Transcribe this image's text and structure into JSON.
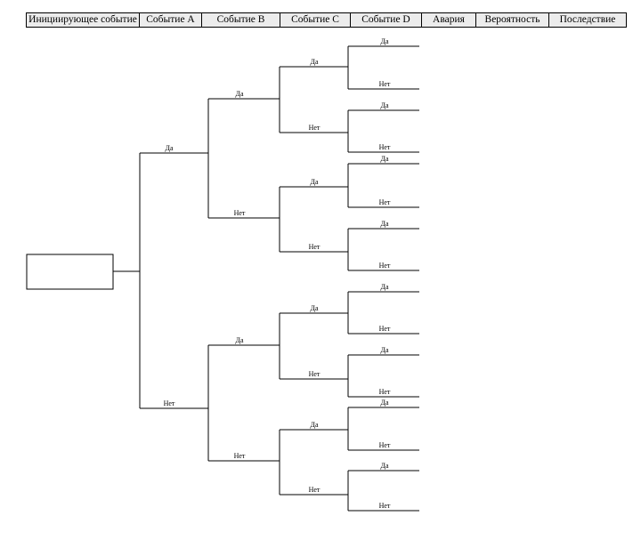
{
  "header": {
    "columns": [
      {
        "id": "initiating",
        "label": "Инициирующее событие"
      },
      {
        "id": "event_a",
        "label": "Событие A"
      },
      {
        "id": "event_b",
        "label": "Событие B"
      },
      {
        "id": "event_c",
        "label": "Событие C"
      },
      {
        "id": "event_d",
        "label": "Событие D"
      },
      {
        "id": "accident",
        "label": "Авария"
      },
      {
        "id": "probability",
        "label": "Вероятность"
      },
      {
        "id": "consequence",
        "label": "Последствие"
      }
    ]
  },
  "tree": {
    "yes_label": "Да",
    "no_label": "Нет",
    "levels": [
      "Событие A",
      "Событие B",
      "Событие C",
      "Событие D"
    ],
    "initiating_box_text": ""
  }
}
